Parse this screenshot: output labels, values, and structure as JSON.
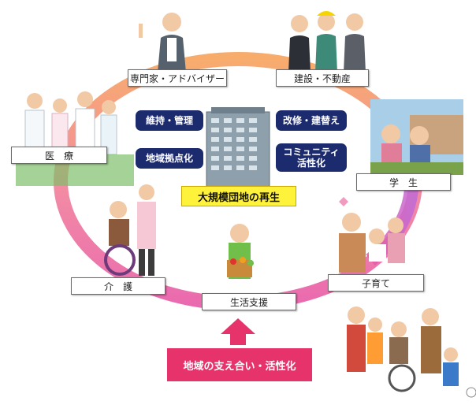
{
  "colors": {
    "ring_top": "#f7a35c",
    "ring_bottom": "#e85aa6",
    "ring_right": "#c06ad6",
    "navy": "#1c2a6e",
    "yellow": "#fff23a",
    "pink": "#e6336b"
  },
  "center": {
    "title": "大規模団地の再生",
    "tags": {
      "maintenance": "維持・管理",
      "renovation": "改修・建替え",
      "hub": "地域拠点化",
      "community_line1": "コミュニティ",
      "community_line2": "活性化"
    }
  },
  "nodes": {
    "expert": "専門家・アドバイザー",
    "construction": "建設・不動産",
    "medical": "医　療",
    "student": "学　生",
    "care": "介　護",
    "childcare": "子育て",
    "life_support": "生活支援"
  },
  "bottom_message": "地域の支え合い・活性化",
  "icons": {
    "building": "apartment-building-illustration",
    "arrow": "up-arrow-icon"
  }
}
